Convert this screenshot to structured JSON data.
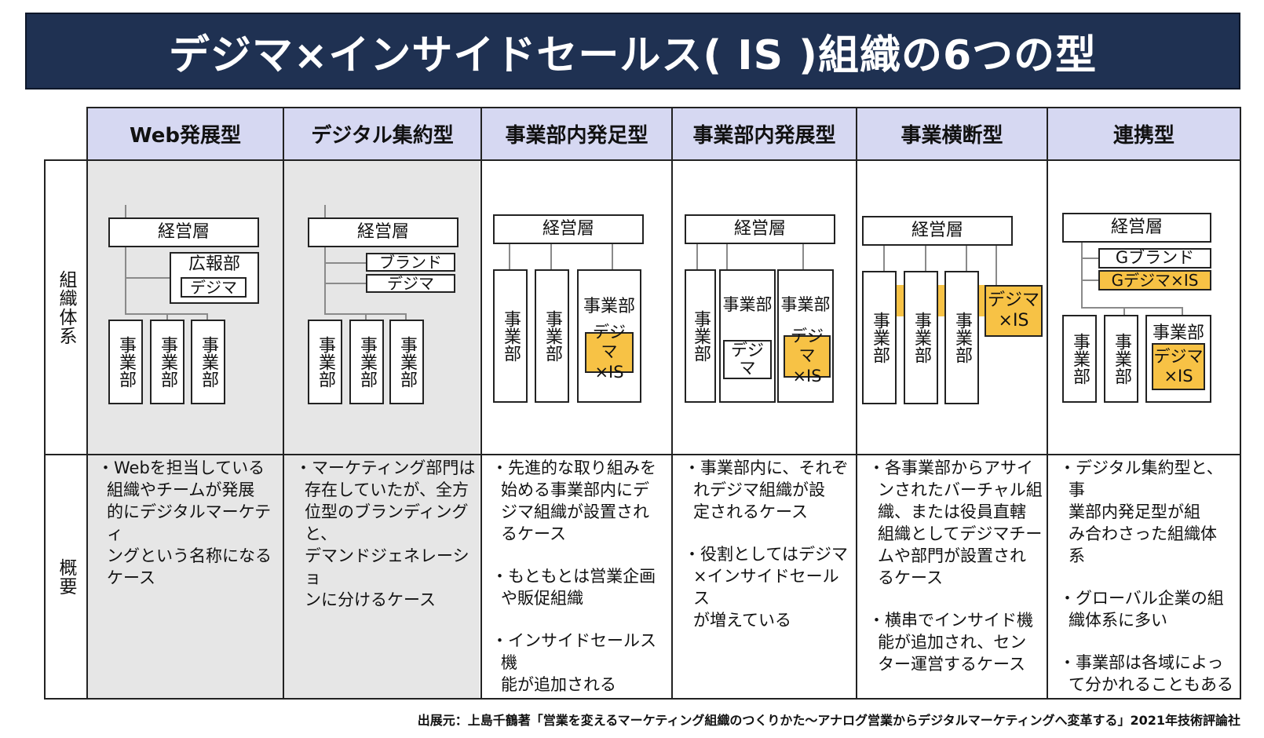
{
  "title": "デジマ×インサイドセールス( IS )組織の6つの型",
  "row_labels": {
    "structure": "組織体系",
    "summary": "概要"
  },
  "columns": [
    {
      "header": "Web発展型"
    },
    {
      "header": "デジタル集約型"
    },
    {
      "header": "事業部内発足型"
    },
    {
      "header": "事業部内発展型"
    },
    {
      "header": "事業横断型"
    },
    {
      "header": "連携型"
    }
  ],
  "diagram_labels": {
    "exec": "経営層",
    "division": "事業部",
    "pr": "広報部",
    "digima": "デジマ",
    "brand": "ブランド",
    "digima_is": "デジマ\n×IS",
    "g_brand": "Gブランド",
    "g_digima_is": "Gデジマ×IS"
  },
  "descriptions": [
    [
      "・Webを担当している\n組織やチームが発展\n的にデジタルマーケティ\nングという名称になる\nケース"
    ],
    [
      "・マーケティング部門は\n存在していたが、全方\n位型のブランディングと、\nデマンドジェネレーショ\nンに分けるケース"
    ],
    [
      "・先進的な取り組みを\n始める事業部内にデ\nジマ組織が設置され\nるケース",
      "・もともとは営業企画\nや販促組織",
      "・インサイドセールス機\n能が追加される"
    ],
    [
      "・事業部内に、それぞ\nれデジマ組織が設\n定されるケース",
      "・役割としてはデジマ\n×インサイドセールス\nが増えている"
    ],
    [
      "・各事業部からアサイ\nンされたバーチャル組\n織、または役員直轄\n組織としてデジマチー\nムや部門が設置され\nるケース",
      "・横串でインサイド機\n能が追加され、セン\nター運営するケース"
    ],
    [
      "・デジタル集約型と、事\n業部内発足型が組\nみ合わさった組織体\n系",
      "・グローバル企業の組\n織体系に多い",
      "・事業部は各域によっ\nて分かれることもある"
    ]
  ],
  "source": "出展元：上島千鶴著「営業を変えるマーケティング組織のつくりかた～アナログ営業からデジタルマーケティングへ変革する」2021年技術評論社",
  "colors": {
    "title_bg": "#1f3152",
    "header_bg": "#d6d8f2",
    "highlight": "#f7c245",
    "shaded_bg": "#e6e6e6"
  }
}
